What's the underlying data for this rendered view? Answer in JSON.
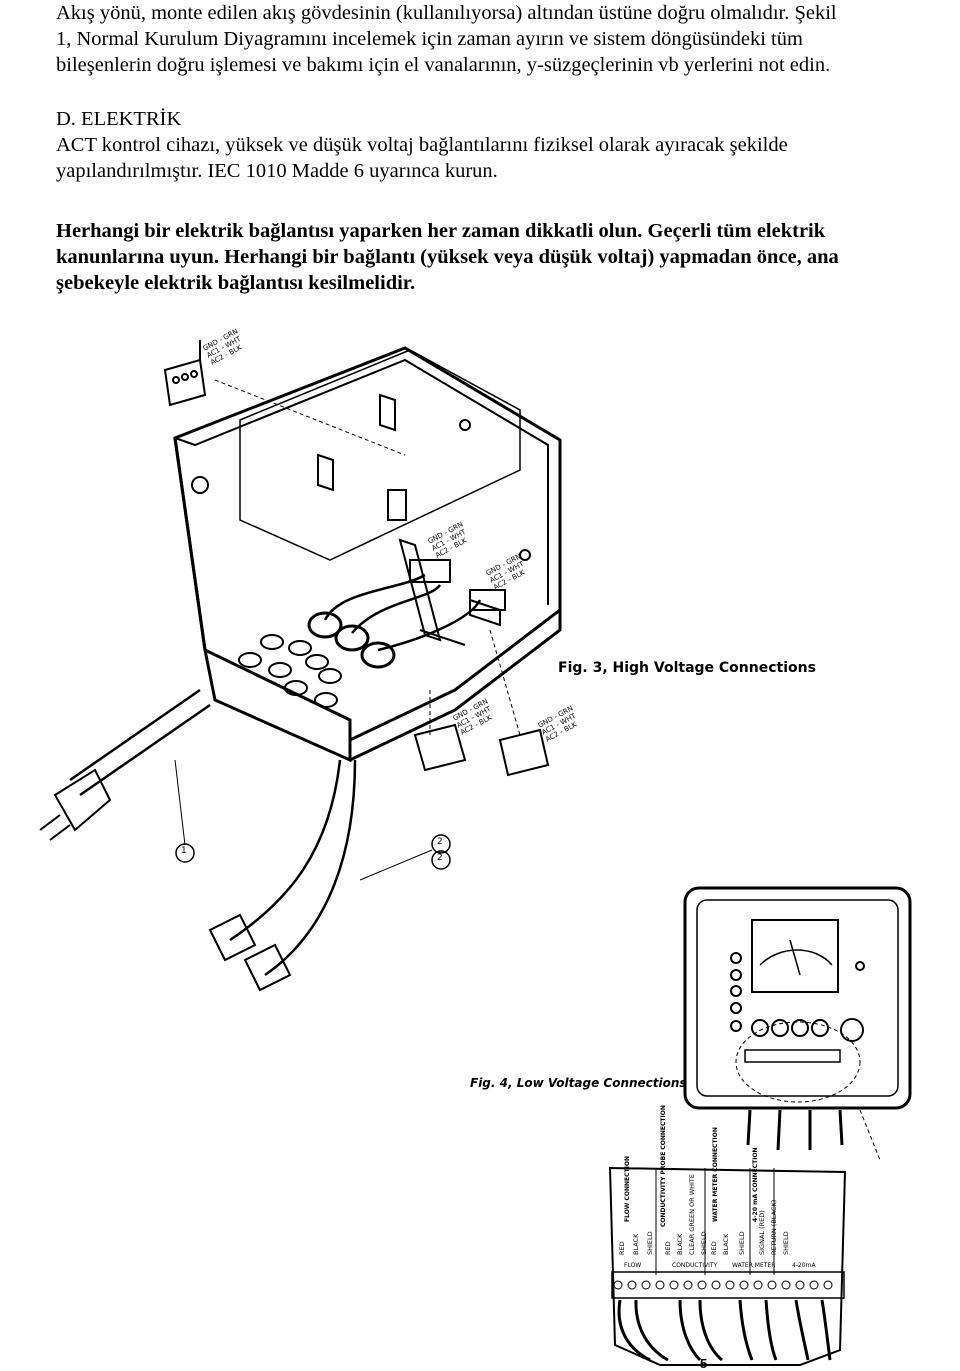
{
  "intro": {
    "lines": [
      "Akış yönü, monte edilen akış gövdesinin (kullanılıyorsa) altından üstüne doğru olmalıdır.  Şekil",
      "1, Normal Kurulum Diyagramını incelemek için zaman ayırın ve sistem döngüsündeki tüm",
      "bileşenlerin doğru işlemesi ve bakımı için el vanalarının, y-süzgeçlerinin vb yerlerini not edin."
    ]
  },
  "section": {
    "heading": "D. ELEKTRİK",
    "lines": [
      "ACT kontrol cihazı, yüksek ve düşük voltaj bağlantılarını fiziksel olarak ayıracak şekilde",
      "yapılandırılmıştır. IEC 1010 Madde 6 uyarınca kurun."
    ]
  },
  "warning": {
    "lines": [
      "Herhangi bir elektrik bağlantısı yaparken her zaman dikkatli olun.  Geçerli tüm elektrik",
      "kanunlarına uyun.  Herhangi bir bağlantı (yüksek veya düşük voltaj) yapmadan önce, ana",
      "şebekeyle elektrik bağlantısı kesilmelidir."
    ]
  },
  "figures": {
    "fig3": {
      "caption": "Fig. 3, High Voltage Connections",
      "connector_label": [
        "GND - GRN",
        "AC1 - WHT",
        "AC2 - BLK"
      ],
      "callouts": [
        "1",
        "2",
        "2"
      ]
    },
    "fig4": {
      "caption": "Fig. 4, Low Voltage Connections",
      "terminal_groups": [
        "FLOW",
        "CONDUCTIVITY",
        "WATER METER",
        "4-20mA"
      ],
      "wire_labels": [
        "RED",
        "BLACK",
        "SHIELD",
        "RED",
        "BLACK",
        "CLEAR GREEN OR WHITE",
        "SHIELD",
        "RED",
        "BLACK",
        "SHIELD",
        "SIGNAL (RED)",
        "RETURN (BLACK)",
        "SHIELD"
      ],
      "connection_headers": [
        "FLOW CONNECTION",
        "CONDUCTIVITY PROBE CONNECTION",
        "WATER METER CONNECTION",
        "4-20 mA CONNECTION"
      ]
    }
  },
  "page_number": "5"
}
